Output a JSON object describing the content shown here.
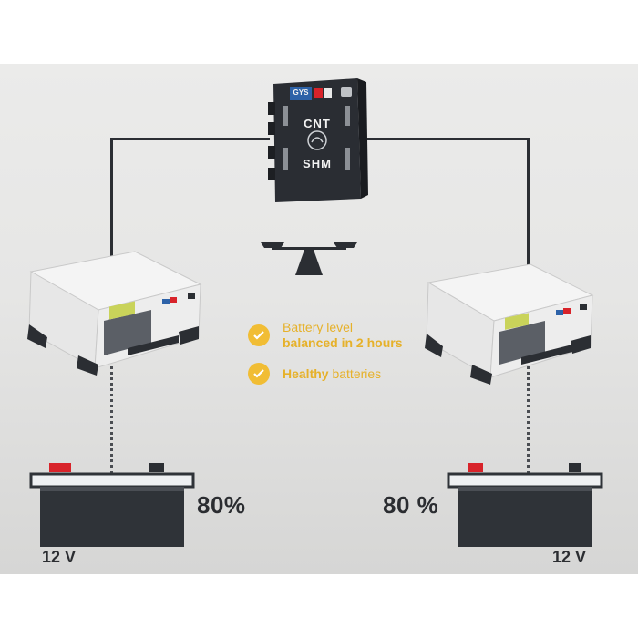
{
  "hub": {
    "brand": "GYS",
    "line1": "CNT",
    "line2": "SHM"
  },
  "benefits": [
    {
      "prefix": "Battery level",
      "bold": "balanced in 2 hours",
      "suffix": ""
    },
    {
      "prefix": "",
      "bold": "Healthy",
      "suffix": " batteries"
    }
  ],
  "left": {
    "percent": "80%",
    "voltage": "12 V"
  },
  "right": {
    "percent": "80 %",
    "voltage": "12 V"
  },
  "colors": {
    "accent": "#f1bd34",
    "wire": "#2b2e33",
    "battery": "#2f3338",
    "terminal_red": "#d8232a"
  },
  "icons": {
    "hub": "cnt-shm-hub-icon",
    "balance": "balance-scale-icon",
    "check": "check-circle-icon",
    "charger": "battery-charger-icon",
    "battery": "car-battery-icon"
  }
}
